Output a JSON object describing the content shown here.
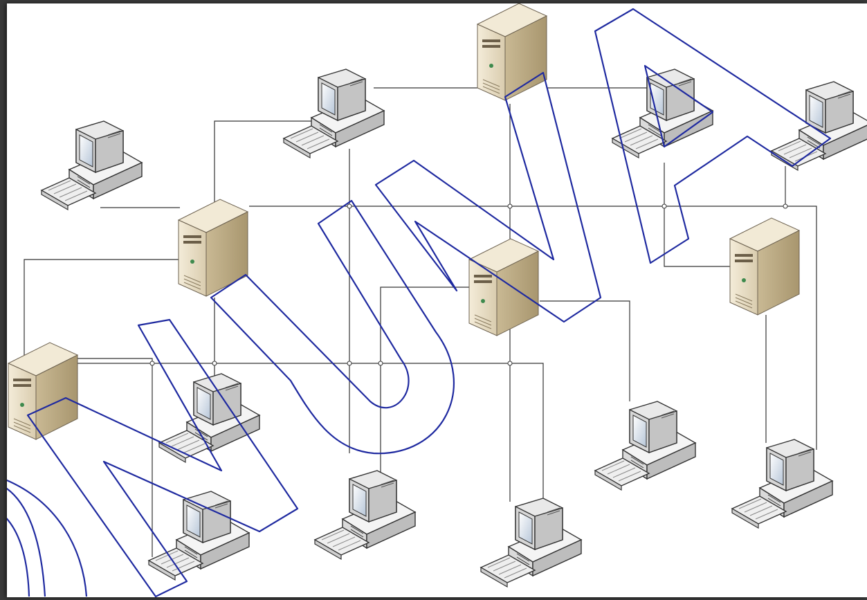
{
  "diagram": {
    "type": "network-topology",
    "node_kinds": {
      "server": "server-tower-icon",
      "workstation": "desktop-computer-icon"
    },
    "colors": {
      "background": "#ffffff",
      "frame": "#3a3a3a",
      "connector": "#333333",
      "server_body": "#e7dcc4",
      "watermark_stroke": "#1f2aa0"
    },
    "watermark": {
      "letters": [
        "N",
        "U",
        "N",
        "A"
      ],
      "style": "outline"
    }
  }
}
